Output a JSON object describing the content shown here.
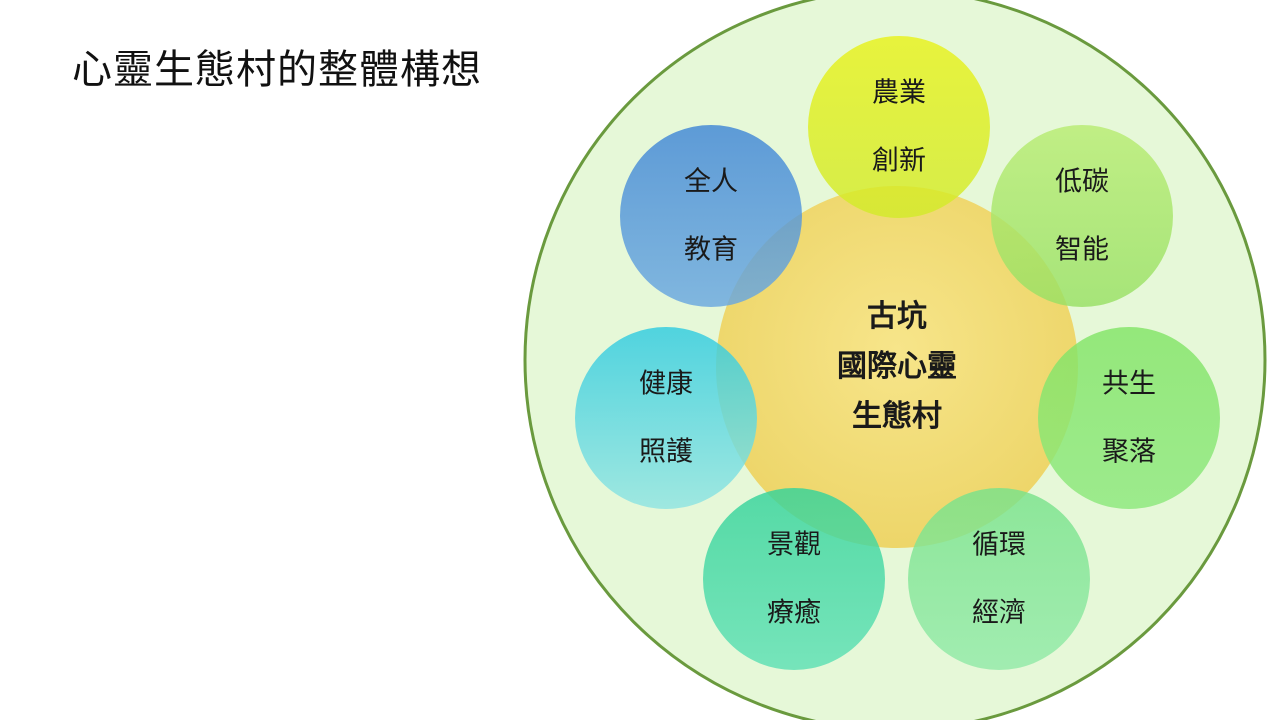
{
  "slide": {
    "title": "心靈生態村的整體構想"
  },
  "diagram": {
    "center": {
      "lines": [
        "古坑",
        "國際心靈",
        "生態村"
      ]
    },
    "nodes": [
      {
        "id": "agriculture",
        "lines": [
          "農業",
          "創新"
        ],
        "color": "#dcee1a"
      },
      {
        "id": "lowcarbon",
        "lines": [
          "低碳",
          "智能"
        ],
        "color": "#a8e870"
      },
      {
        "id": "symbiosis",
        "lines": [
          "共生",
          "聚落"
        ],
        "color": "#7ee56a"
      },
      {
        "id": "circular",
        "lines": [
          "循環",
          "經濟"
        ],
        "color": "#80e69a"
      },
      {
        "id": "landscape",
        "lines": [
          "景觀",
          "療癒"
        ],
        "color": "#3ed7a4"
      },
      {
        "id": "health",
        "lines": [
          "健康",
          "照護"
        ],
        "color": "#3fcde0"
      },
      {
        "id": "education",
        "lines": [
          "全人",
          "教育"
        ],
        "color": "#4d90d8"
      }
    ],
    "colors": {
      "outer_fill": "#e6f8d8",
      "outer_stroke": "#6a9a3e",
      "center_fill": "#f0dc78"
    }
  }
}
